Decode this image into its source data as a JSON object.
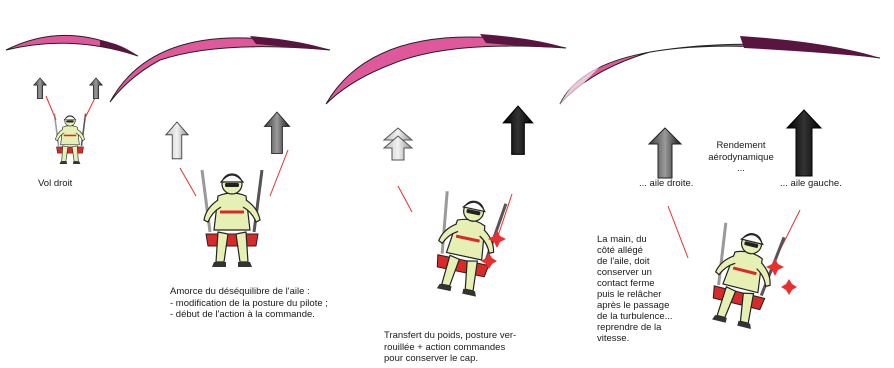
{
  "captions": {
    "stage1": "Vol droit",
    "stage2_title": "Amorce du déséquilibre de l'aile :",
    "stage2_point1": "- modification de la posture du pilote ;",
    "stage2_point2": "- début de l'action à la commande.",
    "stage3": "Transfert du poids, posture ver-\nrouillée + action commandes\npour conserver le cap.",
    "stage4_right_wing": "... aile droite.",
    "stage4_left_wing": "... aile gauche.",
    "stage4_middle": "Rendement\naérodynamique\n...",
    "stage4_hand": "La main, du\ncôté allégé\nde l'aile, doit\nconserver un\ncontact ferme\npuis le relâcher\naprès le passage\nde la turbulence...\nreprendre de la\nvitesse."
  },
  "colors": {
    "wing_pink": "#e0589c",
    "wing_dark": "#5a1440",
    "pilot_body": "#e6f0b4",
    "harness_red": "#d92a2a",
    "line_red": "#e83030",
    "arrow_dark": "#111111"
  },
  "icons": [
    "paraglider-wing-icon",
    "pilot-figure-icon",
    "lift-arrow-icon"
  ]
}
